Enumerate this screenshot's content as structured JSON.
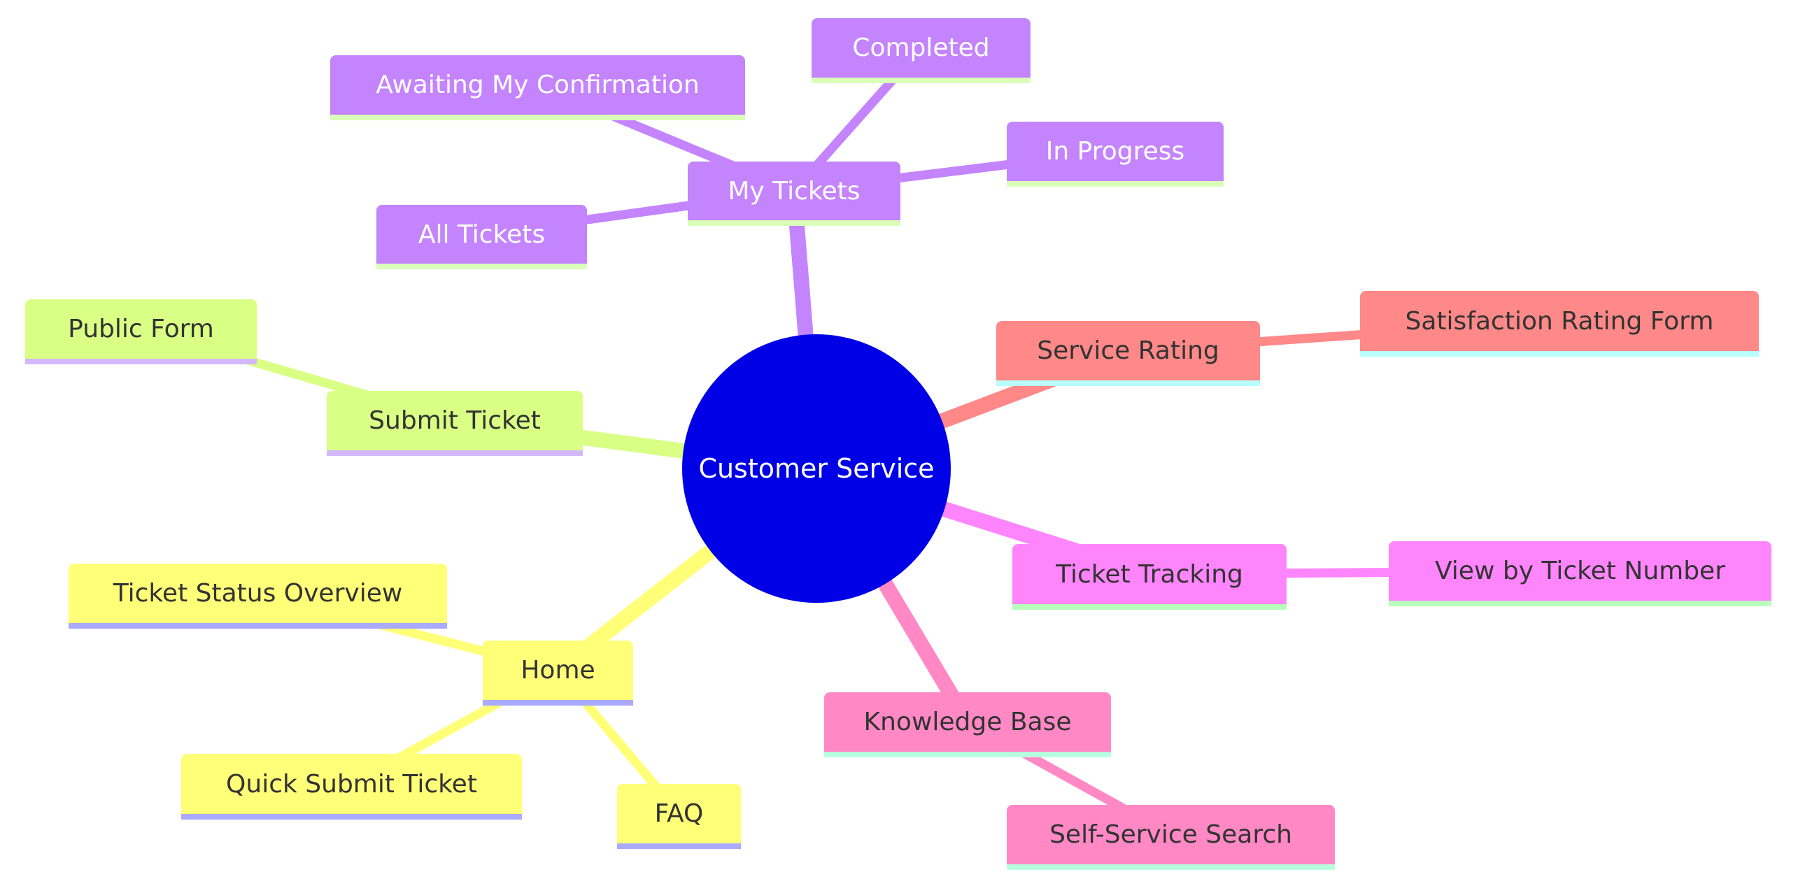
{
  "diagram": {
    "type": "mindmap",
    "root": {
      "id": "root",
      "label": "Customer Service",
      "fill": "#0000e6",
      "text_color": "#ffffff"
    },
    "branches": [
      {
        "id": "my-tickets",
        "label": "My Tickets",
        "fill": "#c384fd",
        "underline": "#d9ffb8",
        "text_color": "#ffffff",
        "children": [
          {
            "id": "all-tickets",
            "label": "All Tickets"
          },
          {
            "id": "awaiting-my-confirmation",
            "label": "Awaiting My Confirmation"
          },
          {
            "id": "completed",
            "label": "Completed"
          },
          {
            "id": "in-progress",
            "label": "In Progress"
          }
        ]
      },
      {
        "id": "submit-ticket",
        "label": "Submit Ticket",
        "fill": "#d9ff85",
        "underline": "#d3b8ff",
        "text_color": "#333333",
        "children": [
          {
            "id": "public-form",
            "label": "Public Form"
          }
        ]
      },
      {
        "id": "home",
        "label": "Home",
        "fill": "#ffff78",
        "underline": "#aaaaff",
        "text_color": "#333333",
        "children": [
          {
            "id": "ticket-status-overview",
            "label": "Ticket Status Overview"
          },
          {
            "id": "quick-submit-ticket",
            "label": "Quick Submit Ticket"
          },
          {
            "id": "faq",
            "label": "FAQ"
          }
        ]
      },
      {
        "id": "knowledge-base",
        "label": "Knowledge Base",
        "fill": "#ff88c5",
        "underline": "#b8ffe0",
        "text_color": "#333333",
        "children": [
          {
            "id": "self-service-search",
            "label": "Self-Service Search"
          }
        ]
      },
      {
        "id": "ticket-tracking",
        "label": "Ticket Tracking",
        "fill": "#ff85fd",
        "underline": "#b8ffbc",
        "text_color": "#333333",
        "children": [
          {
            "id": "view-by-ticket-number",
            "label": "View by Ticket Number"
          }
        ]
      },
      {
        "id": "service-rating",
        "label": "Service Rating",
        "fill": "#ff8888",
        "underline": "#b8fffe",
        "text_color": "#333333",
        "children": [
          {
            "id": "satisfaction-rating-form",
            "label": "Satisfaction Rating Form"
          }
        ]
      }
    ]
  }
}
